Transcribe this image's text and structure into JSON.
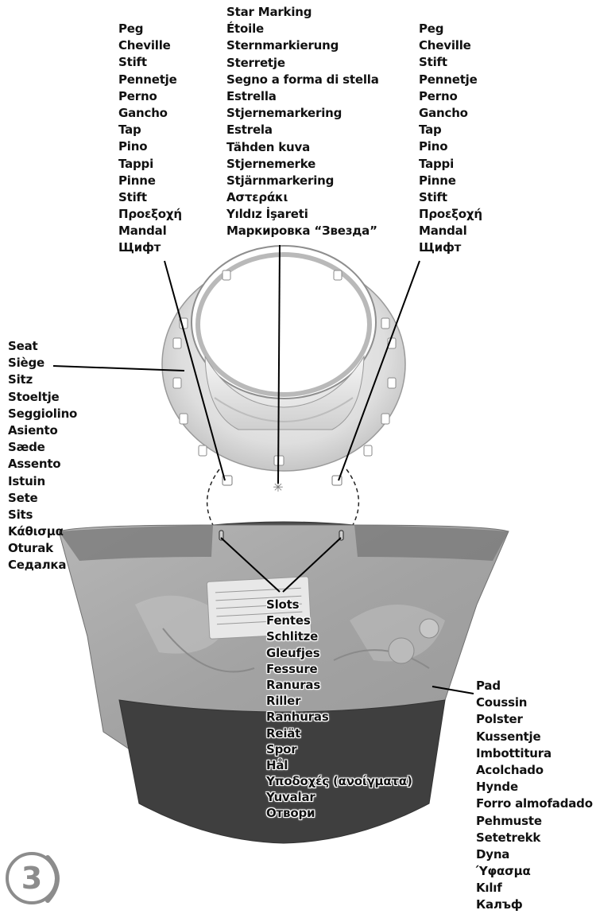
{
  "labels": {
    "star": [
      "Star Marking",
      "Étoile",
      "Sternmarkierung",
      "Sterretje",
      "Segno a forma di stella",
      "Estrella",
      "Stjernemarkering",
      "Estrela",
      "Tähden kuva",
      "Stjernemerke",
      "Stjärnmarkering",
      "Αστεράκι",
      "Yıldız İşareti",
      "Маркировка “Звезда”"
    ],
    "peg_left": [
      "Peg",
      "Cheville",
      "Stift",
      "Pennetje",
      "Perno",
      "Gancho",
      "Tap",
      "Pino",
      "Tappi",
      "Pinne",
      "Stift",
      "Προεξοχή",
      "Mandal",
      "Щифт"
    ],
    "peg_right": [
      "Peg",
      "Cheville",
      "Stift",
      "Pennetje",
      "Perno",
      "Gancho",
      "Tap",
      "Pino",
      "Tappi",
      "Pinne",
      "Stift",
      "Προεξοχή",
      "Mandal",
      "Щифт"
    ],
    "seat": [
      "Seat",
      "Siège",
      "Sitz",
      "Stoeltje",
      "Seggiolino",
      "Asiento",
      "Sæde",
      "Assento",
      "Istuin",
      "Sete",
      "Sits",
      "Κάθισμα",
      "Oturak",
      "Седалка"
    ],
    "slots": [
      "Slots",
      "Fentes",
      "Schlitze",
      "Gleufjes",
      "Fessure",
      "Ranuras",
      "Riller",
      "Ranhuras",
      "Reiät",
      "Spor",
      "Hål",
      "Υποδοχές (ανοίγματα)",
      "Yuvalar",
      "Отвори"
    ],
    "pad": [
      "Pad",
      "Coussin",
      "Polster",
      "Kussentje",
      "Imbottitura",
      "Acolchado",
      "Hynde",
      "Forro almofadado",
      "Pehmuste",
      "Setetrekk",
      "Dyna",
      "Ύφασμα",
      "Kılıf",
      "Калъф"
    ]
  },
  "step_number": "3",
  "colors": {
    "text": "#111111",
    "ring": "#dcdcdc",
    "ring_edge": "#9a9a9a",
    "pad_dark": "#4a4a4a",
    "pad_fabric": "#a7a7a7",
    "badge": "#8c8c8c"
  }
}
